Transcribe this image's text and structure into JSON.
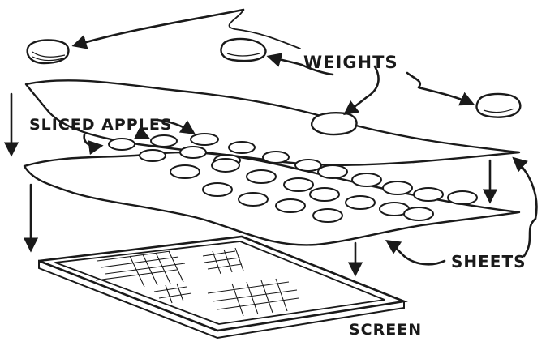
{
  "labels": {
    "weights": "WEIGHTS",
    "sliced_apples": "SLICED APPLES",
    "sheets": "SHEETS",
    "screen": "SCREEN"
  },
  "colors": {
    "ink": "#1a1a1a",
    "paper": "#ffffff"
  }
}
